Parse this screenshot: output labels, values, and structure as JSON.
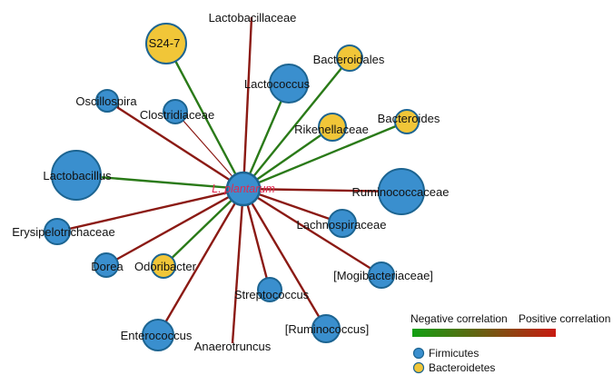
{
  "center": {
    "label": "L. plantarum"
  },
  "colors": {
    "firmicutes": "#3a8fce",
    "bacteroidetes": "#f1c638",
    "node_border": "#1c6491",
    "positive_edge": "#8b1a14",
    "negative_edge": "#2a7a18",
    "center_label": "#e2284f"
  },
  "nodes": [
    {
      "id": "lactobacillaceae",
      "label": "Lactobacillaceae",
      "phylum": "Firmicutes",
      "correlation": "positive"
    },
    {
      "id": "s24-7",
      "label": "S24-7",
      "phylum": "Bacteroidetes",
      "correlation": "negative"
    },
    {
      "id": "bacteroidales",
      "label": "Bacteroidales",
      "phylum": "Bacteroidetes",
      "correlation": "negative"
    },
    {
      "id": "lactococcus",
      "label": "Lactococcus",
      "phylum": "Firmicutes",
      "correlation": "negative"
    },
    {
      "id": "oscillospira",
      "label": "Oscillospira",
      "phylum": "Firmicutes",
      "correlation": "positive"
    },
    {
      "id": "clostridiaceae",
      "label": "Clostridiaceae",
      "phylum": "Firmicutes",
      "correlation": "positive"
    },
    {
      "id": "rikenellaceae",
      "label": "Rikenellaceae",
      "phylum": "Bacteroidetes",
      "correlation": "negative"
    },
    {
      "id": "bacteroides",
      "label": "Bacteroides",
      "phylum": "Bacteroidetes",
      "correlation": "negative"
    },
    {
      "id": "lactobacillus",
      "label": "Lactobacillus",
      "phylum": "Firmicutes",
      "correlation": "negative"
    },
    {
      "id": "ruminococcaceae",
      "label": "Ruminococcaceae",
      "phylum": "Firmicutes",
      "correlation": "positive"
    },
    {
      "id": "lachnospiraceae",
      "label": "Lachnospiraceae",
      "phylum": "Firmicutes",
      "correlation": "positive"
    },
    {
      "id": "erysipelotrichaceae",
      "label": "Erysipelotrichaceae",
      "phylum": "Firmicutes",
      "correlation": "positive"
    },
    {
      "id": "dorea",
      "label": "Dorea",
      "phylum": "Firmicutes",
      "correlation": "positive"
    },
    {
      "id": "odoribacter",
      "label": "Odoribacter",
      "phylum": "Bacteroidetes",
      "correlation": "negative"
    },
    {
      "id": "mogibacteriaceae",
      "label": "[Mogibacteriaceae]",
      "phylum": "Firmicutes",
      "correlation": "positive"
    },
    {
      "id": "streptococcus",
      "label": "Streptococcus",
      "phylum": "Firmicutes",
      "correlation": "positive"
    },
    {
      "id": "ruminococcus",
      "label": "[Ruminococcus]",
      "phylum": "Firmicutes",
      "correlation": "positive"
    },
    {
      "id": "enterococcus",
      "label": "Enterococcus",
      "phylum": "Firmicutes",
      "correlation": "positive"
    },
    {
      "id": "anaerotruncus",
      "label": "Anaerotruncus",
      "phylum": "Firmicutes",
      "correlation": "positive"
    }
  ],
  "legend": {
    "negative_label": "Negative correlation",
    "positive_label": "Positive correlation",
    "firmicutes_label": "Firmicutes",
    "bacteroidetes_label": "Bacteroidetes"
  }
}
